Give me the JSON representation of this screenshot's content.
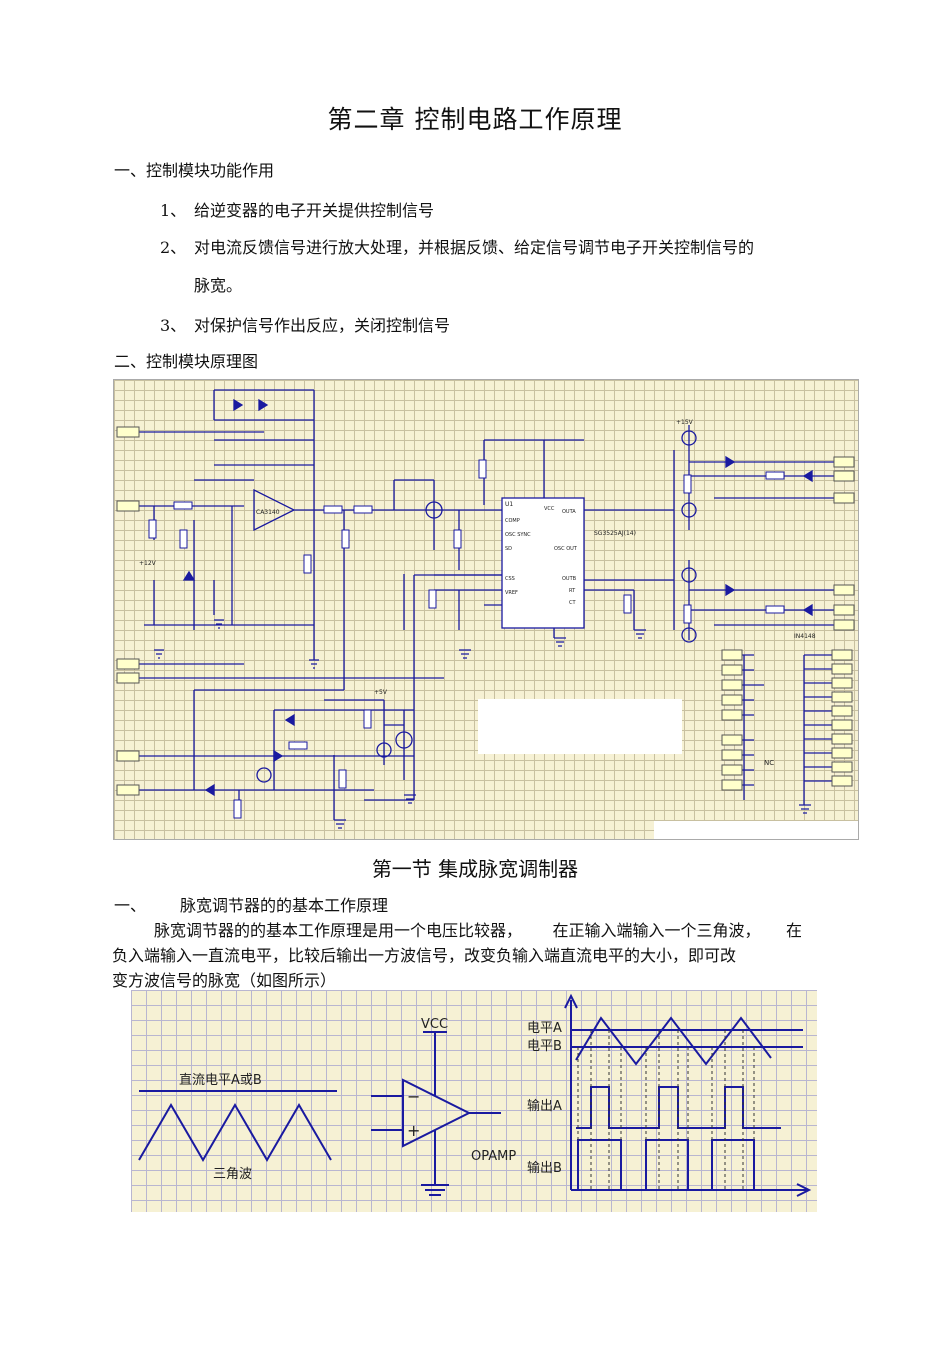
{
  "chapter_title": "第二章   控制电路工作原理",
  "section1": {
    "heading": "一、控制模块功能作用",
    "items": [
      {
        "num": "1、",
        "text": "给逆变器的电子开关提供控制信号"
      },
      {
        "num": "2、",
        "text": "对电流反馈信号进行放大处理，并根据反馈、给定信号调节电子开关控制信号的",
        "cont": "脉宽。"
      },
      {
        "num": "3、",
        "text": "对保护信号作出反应，关闭控制信号"
      }
    ]
  },
  "section2": {
    "heading": "二、控制模块原理图"
  },
  "schematic": {
    "ic_u1": "U1",
    "ic_vcc": "VCC",
    "ic_outa": "OUTA",
    "ic_outb": "OUTB",
    "ic_comp": "COMP",
    "ic_osc": "OSC SYNC",
    "ic_sd": "SD",
    "ic_css": "CSS",
    "ic_vref": "VREF",
    "ic_oscout": "OSC OUT",
    "ic_rt": "RT",
    "ic_ct": "CT",
    "ic_part": "SG3525AJ(14)",
    "opamp_part": "CA3140",
    "net_12v": "+12V",
    "net_15v": "+15V",
    "net_5v": "+5V",
    "d_label": "IN4148",
    "nc": "NC"
  },
  "section_title": "第一节      集成脉宽调制器",
  "sub_heading_num": "一、",
  "sub_heading_text": "脉宽调节器的的基本工作原理",
  "paragraph": [
    "脉宽调节器的的基本工作原理是用一个电压比较器，      在正输入端输入一个三角波，     在",
    "负入端输入一直流电平，比较后输出一方波信号，改变负输入端直流电平的大小，即可改",
    "变方波信号的脉宽（如图所示）"
  ],
  "figure": {
    "dc_label": "直流电平A或B",
    "tri_label": "三角波",
    "vcc": "VCC",
    "opamp": "OPAMP",
    "minus": "−",
    "plus": "+",
    "level_a": "电平A",
    "level_b": "电平B",
    "out_a": "输出A",
    "out_b": "输出B"
  }
}
